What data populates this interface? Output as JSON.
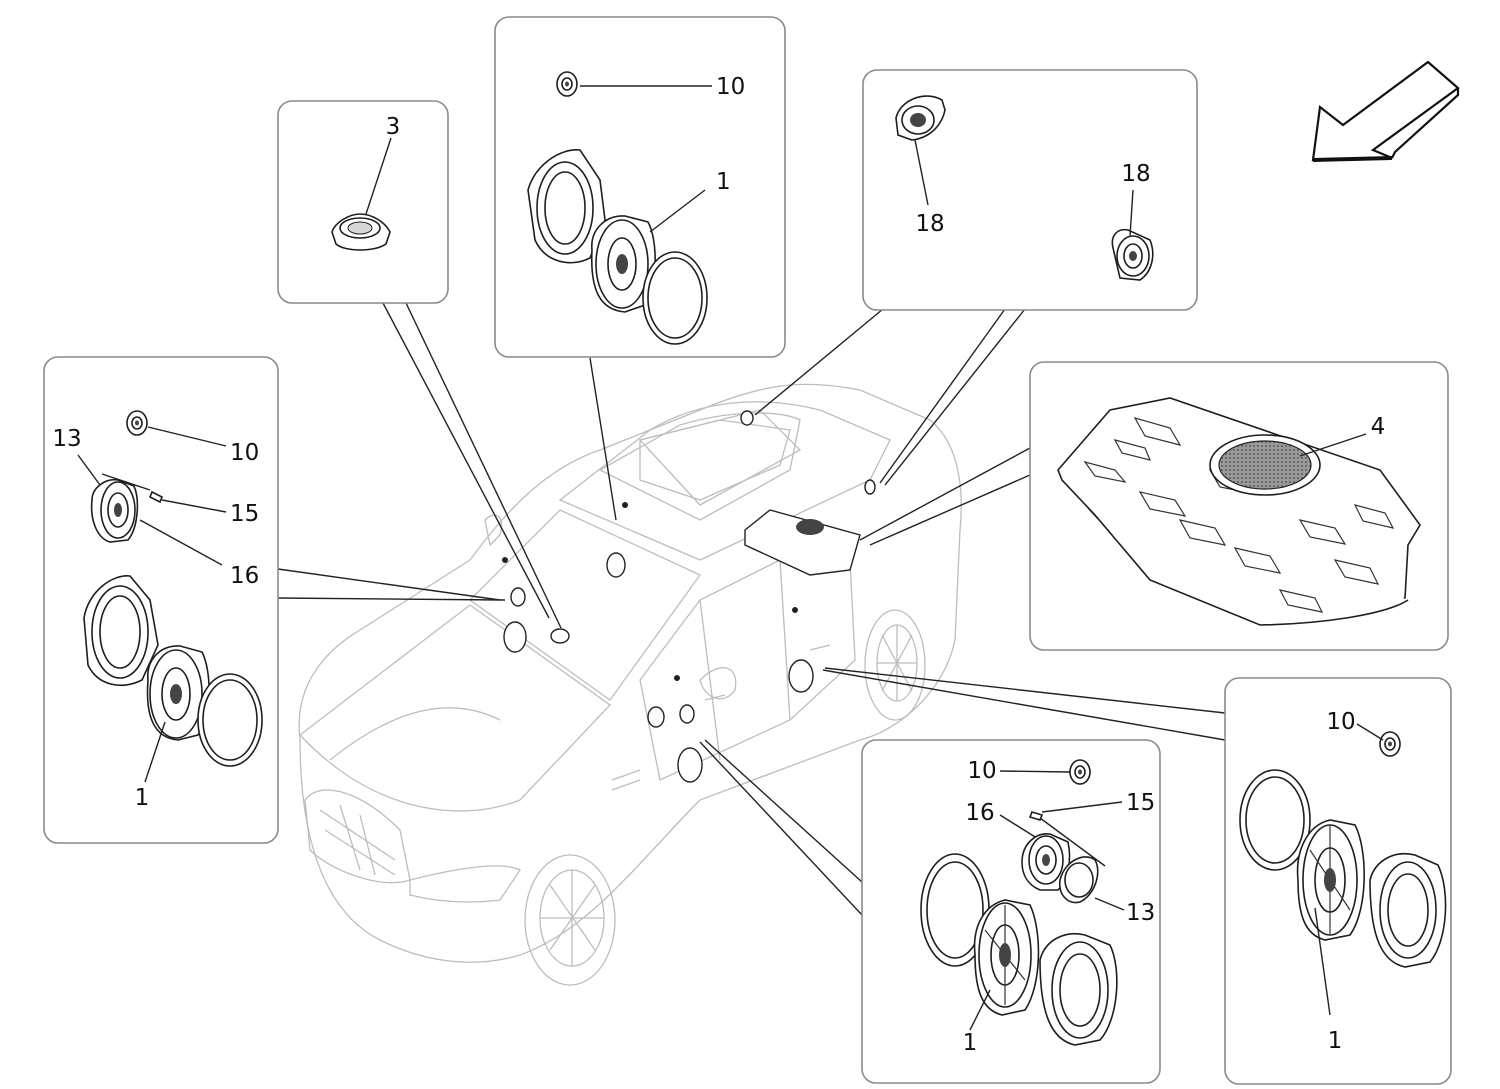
{
  "diagram": {
    "callouts": {
      "box_a_3": "3",
      "box_b_10": "10",
      "box_b_1": "1",
      "box_c_18_left": "18",
      "box_c_18_right": "18",
      "box_d_4": "4",
      "box_e_13": "13",
      "box_e_10": "10",
      "box_e_15": "15",
      "box_e_16": "16",
      "box_e_1": "1",
      "box_f_10": "10",
      "box_f_16": "16",
      "box_f_15": "15",
      "box_f_13": "13",
      "box_f_1": "1",
      "box_g_10": "10",
      "box_g_1": "1"
    },
    "colors": {
      "line": "#1e1e1e",
      "car_outline": "#bdbdbd",
      "box_border": "#8a8a8a",
      "subwoofer_mesh": "#6d6d6d"
    },
    "icons": [
      "direction-arrow-icon"
    ]
  }
}
